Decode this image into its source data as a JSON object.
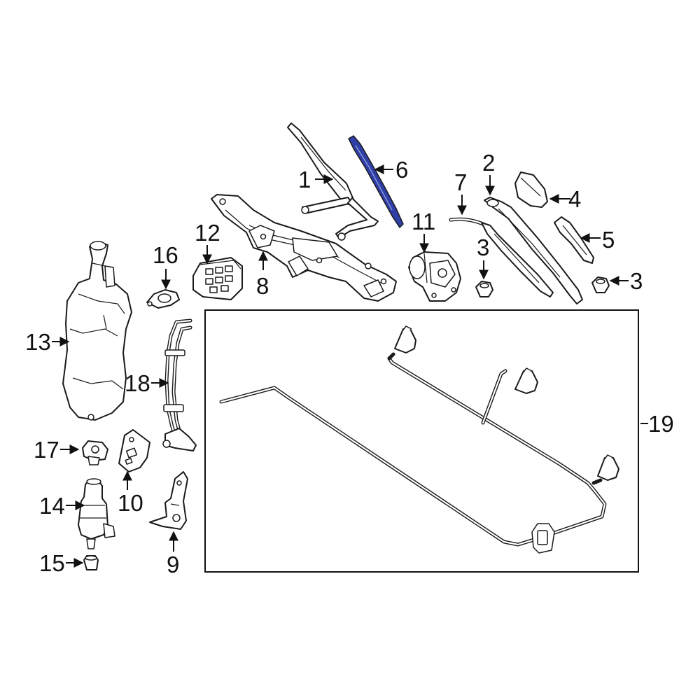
{
  "colors": {
    "line": "#1a1a1a",
    "highlight": "#2f3fa6",
    "background": "#ffffff"
  },
  "callouts": {
    "c1": "1",
    "c2": "2",
    "c3a": "3",
    "c3b": "3",
    "c4": "4",
    "c5": "5",
    "c6": "6",
    "c7": "7",
    "c8": "8",
    "c9": "9",
    "c10": "10",
    "c11": "11",
    "c12": "12",
    "c13": "13",
    "c14": "14",
    "c15": "15",
    "c16": "16",
    "c17": "17",
    "c18": "18",
    "c19": "19"
  },
  "highlighted_part": "6"
}
